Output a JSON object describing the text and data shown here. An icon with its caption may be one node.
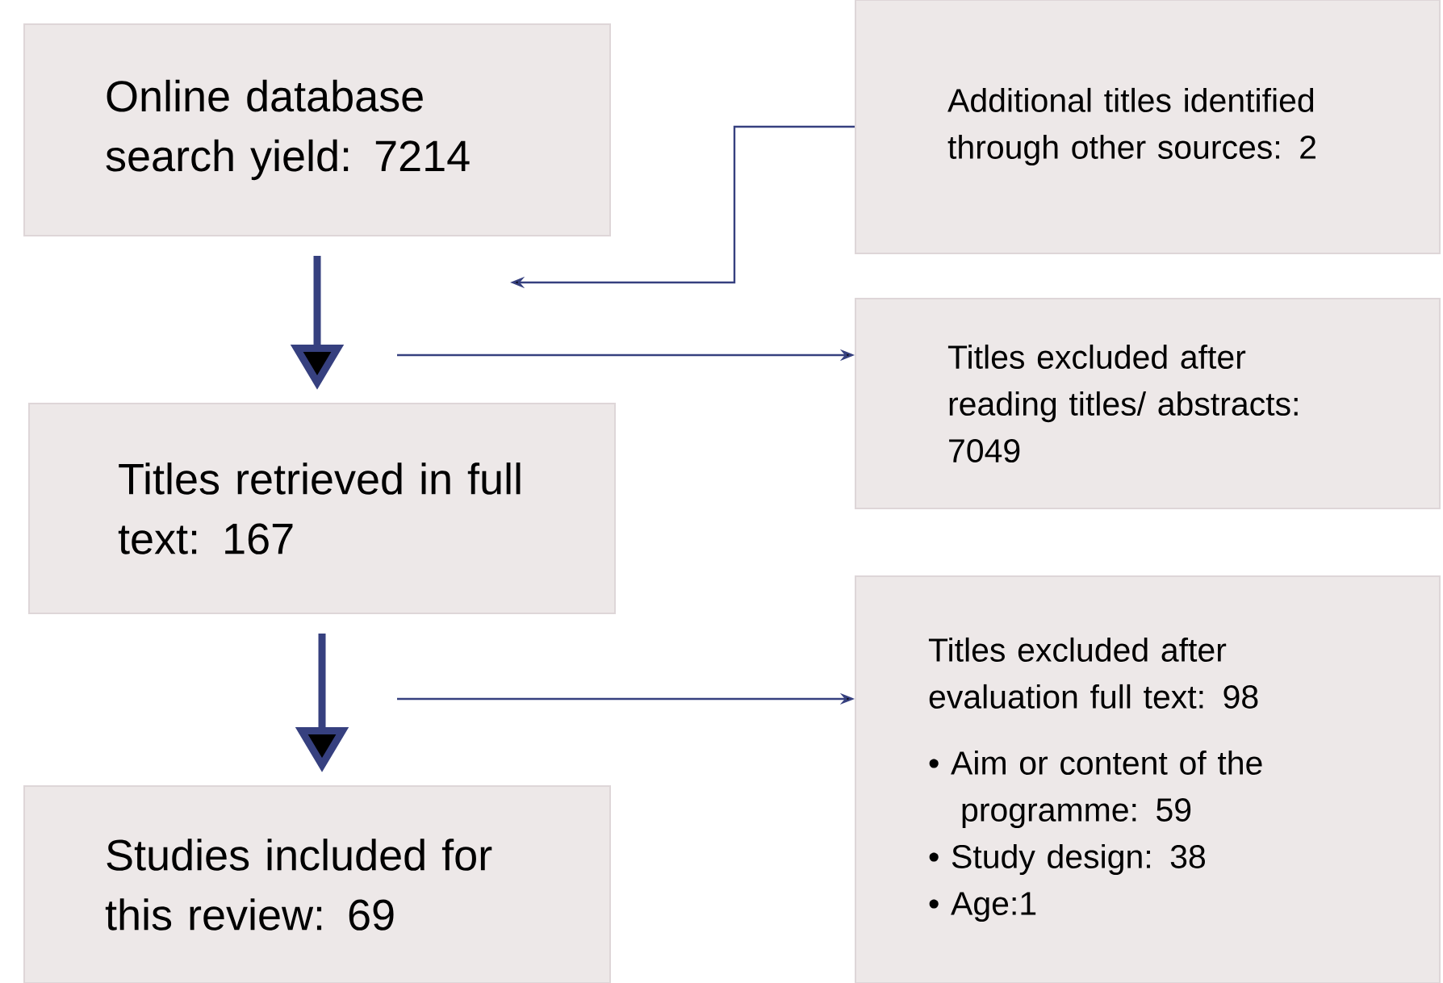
{
  "diagram": {
    "nodes": [
      {
        "text": [
          "Online database search yield: 7214"
        ]
      },
      {
        "text": [
          "Additional titles identified through other sources: 2"
        ]
      },
      {
        "text": [
          "Titles excluded after reading titles/ abstracts: 7049"
        ]
      },
      {
        "text": [
          "Titles retrieved in full text: 167"
        ]
      },
      {
        "text": [
          "Titles excluded after evaluation full text: 98",
          "• Aim or content of the programme: 59",
          "• Study design: 38",
          "• Age:1"
        ]
      },
      {
        "text": [
          "Studies included for this review: 69"
        ]
      }
    ],
    "edges": [
      {
        "from": 0,
        "to": 3,
        "arrow": "to",
        "style": "thick"
      },
      {
        "from": 1,
        "to": null,
        "arrow": "to"
      },
      {
        "from": null,
        "to": 2,
        "arrow": "to"
      },
      {
        "from": 3,
        "to": 5,
        "arrow": "to",
        "style": "thick"
      },
      {
        "from": null,
        "to": 4,
        "arrow": "to"
      }
    ]
  }
}
